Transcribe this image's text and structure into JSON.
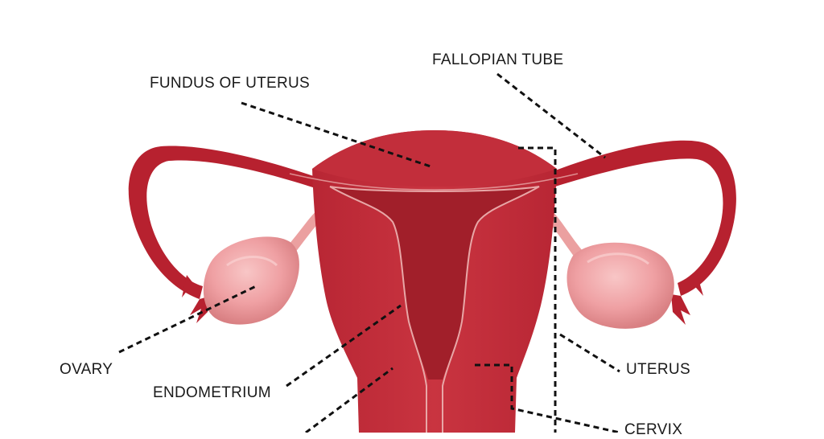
{
  "labels": {
    "fallopian_tube": "FALLOPIAN TUBE",
    "fundus_of_uterus": "FUNDUS OF UTERUS",
    "ovary": "OVARY",
    "endometrium": "ENDOMETRIUM",
    "uterus": "UTERUS",
    "cervix": "CERVIX"
  },
  "colors": {
    "uterus_body": "#c8323e",
    "endometrium": "#a11f2a",
    "outline": "#e8a7a7",
    "ovary": "#f0a5a5",
    "ligament": "#eba0a0",
    "leader_line": "#111111"
  }
}
